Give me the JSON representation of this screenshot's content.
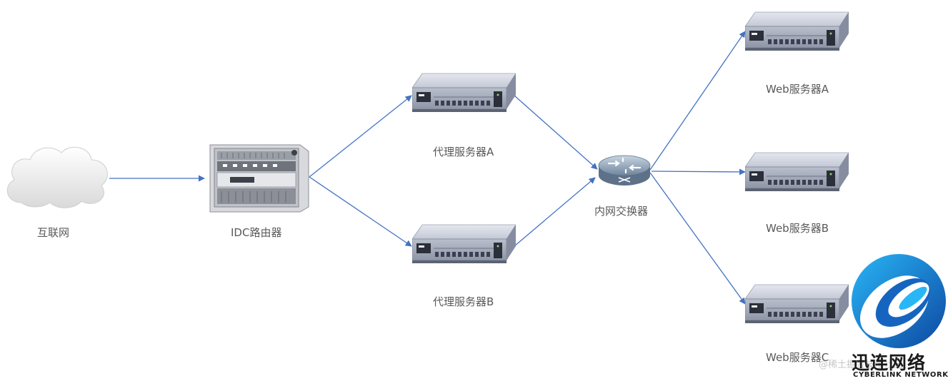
{
  "nodes": {
    "internet": "互联网",
    "router": "IDC路由器",
    "proxy_a": "代理服务器A",
    "proxy_b": "代理服务器B",
    "switch": "内网交换器",
    "web_a": "Web服务器A",
    "web_b": "Web服务器B",
    "web_c": "Web服务器C"
  },
  "watermark": "@稀土掘金技术社区",
  "brand": {
    "name_cn": "迅连网络",
    "name_en": "CYBERLINK NETWORK"
  },
  "colors": {
    "arrow": "#4472c4",
    "label": "#595959",
    "brand_blue": "#1e88e5"
  },
  "icons": {
    "internet": "cloud-icon",
    "router": "chassis-router-icon",
    "servers": "rack-server-icon",
    "switch": "network-switch-icon"
  }
}
